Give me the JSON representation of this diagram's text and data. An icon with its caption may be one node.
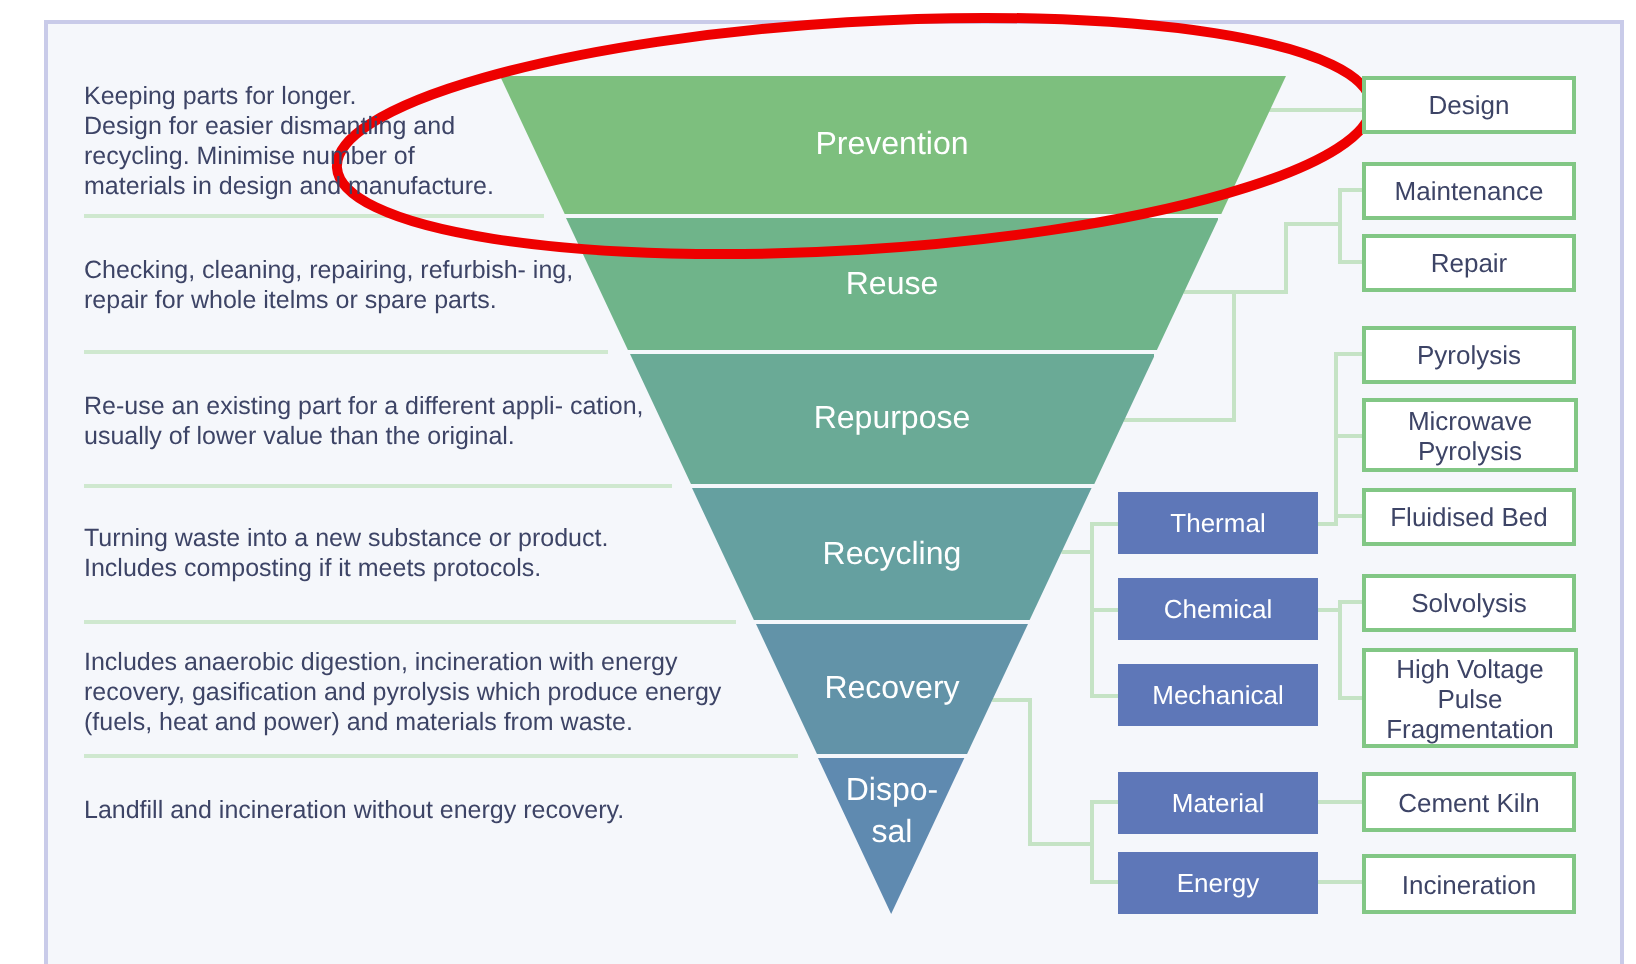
{
  "diagram": {
    "nodes": [
      {
        "text": [
          "Prevention"
        ]
      },
      {
        "text": [
          "Reuse"
        ]
      },
      {
        "text": [
          "Repurpose"
        ]
      },
      {
        "text": [
          "Recycling"
        ]
      },
      {
        "text": [
          "Recovery"
        ]
      },
      {
        "text": [
          "Dispo- sal"
        ]
      },
      {
        "text": [
          "Design"
        ]
      },
      {
        "text": [
          "Maintenance"
        ]
      },
      {
        "text": [
          "Repair"
        ]
      },
      {
        "text": [
          "Pyrolysis"
        ]
      },
      {
        "text": [
          "Microwave Pyrolysis"
        ]
      },
      {
        "text": [
          "Fluidised Bed"
        ]
      },
      {
        "text": [
          "Thermal"
        ]
      },
      {
        "text": [
          "Chemical"
        ]
      },
      {
        "text": [
          "Mechanical"
        ]
      },
      {
        "text": [
          "Solvolysis"
        ]
      },
      {
        "text": [
          "High Voltage Pulse Fragmentation"
        ]
      },
      {
        "text": [
          "Material"
        ]
      },
      {
        "text": [
          "Energy"
        ]
      },
      {
        "text": [
          "Cement Kiln"
        ]
      },
      {
        "text": [
          "Incineration"
        ]
      }
    ],
    "edges": [
      {
        "from": 0,
        "to": 6,
        "arrow": "none"
      },
      {
        "from": 1,
        "to": 7,
        "arrow": "none"
      },
      {
        "from": 1,
        "to": 8,
        "arrow": "none"
      },
      {
        "from": 2,
        "to": 7,
        "arrow": "none"
      },
      {
        "from": 2,
        "to": 8,
        "arrow": "none"
      },
      {
        "from": 3,
        "to": 12,
        "arrow": "none"
      },
      {
        "from": 3,
        "to": 13,
        "arrow": "none"
      },
      {
        "from": 3,
        "to": 14,
        "arrow": "none"
      },
      {
        "from": 12,
        "to": 9,
        "arrow": "none"
      },
      {
        "from": 12,
        "to": 10,
        "arrow": "none"
      },
      {
        "from": 12,
        "to": 11,
        "arrow": "none"
      },
      {
        "from": 13,
        "to": 15,
        "arrow": "none"
      },
      {
        "from": 13,
        "to": 16,
        "arrow": "none"
      },
      {
        "from": 4,
        "to": 17,
        "arrow": "none"
      },
      {
        "from": 4,
        "to": 18,
        "arrow": "none"
      },
      {
        "from": 17,
        "to": 19,
        "arrow": "none"
      },
      {
        "from": 18,
        "to": 20,
        "arrow": "none"
      }
    ],
    "labels": [
      "Keeping parts for longer.",
      "Design for easier dismantling and recycling. Minimise number of materials in design and manufacture.",
      "Checking, cleaning, repairing, refurbish- ing, repair for whole itelms or spare parts.",
      "Re-use an existing part for a different appli- cation, usually of lower value than the original.",
      "Turning waste into a new substance or product. Includes composting if it meets protocols.",
      "Includes anaerobic digestion, incineration with energy recovery, gasification and pyrolysis which produce energy (fuels, heat and power) and materials from waste.",
      "Landfill and incineration without energy recovery."
    ]
  }
}
